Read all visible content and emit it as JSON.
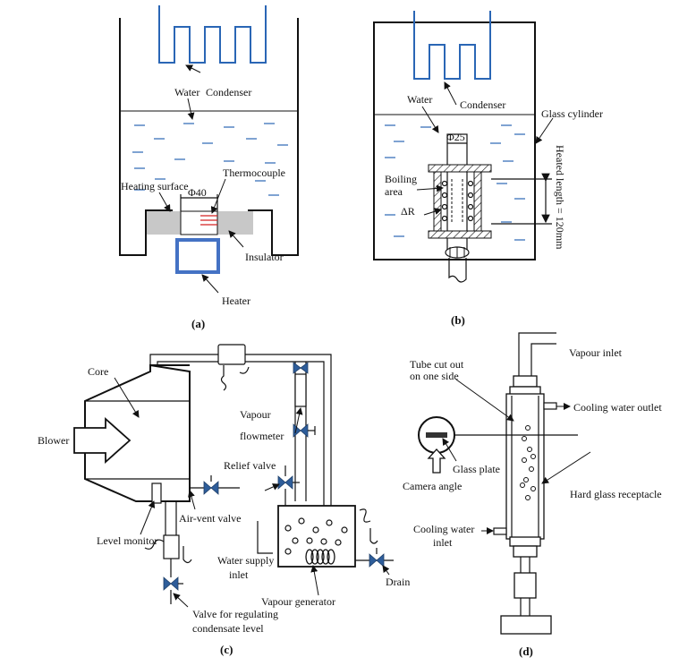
{
  "panel_a": {
    "caption": "(a)",
    "labels": {
      "water": "Water",
      "condenser": "Condenser",
      "thermocouple": "Thermocouple",
      "heating_surface": "Heating surface",
      "diameter": "Φ40",
      "insulator": "Insulator",
      "heater": "Heater"
    }
  },
  "panel_b": {
    "caption": "(b)",
    "labels": {
      "water": "Water",
      "condenser": "Condenser",
      "glass_cylinder": "Glass cylinder",
      "diameter": "Φ25",
      "boiling": "Boiling",
      "area": "area",
      "delta_r": "ΔR",
      "heated_length": "Heated length = 120mm"
    }
  },
  "panel_c": {
    "caption": "(c)",
    "labels": {
      "core": "Core",
      "blower": "Blower",
      "vapour": "Vapour",
      "flowmeter": "flowmeter",
      "relief_valve": "Relief valve",
      "air_vent_valve": "Air-vent valve",
      "level_monitor": "Level monitor",
      "water_supply": "Water supply",
      "inlet": "inlet",
      "vapour_generator": "Vapour generator",
      "drain": "Drain",
      "valve_line1": "Valve for regulating",
      "valve_line2": "condensate level"
    }
  },
  "panel_d": {
    "caption": "(d)",
    "labels": {
      "vapour_inlet": "Vapour inlet",
      "tube_cut_line1": "Tube cut out",
      "tube_cut_line2": "on one side",
      "cooling_water_outlet": "Cooling water outlet",
      "glass_plate": "Glass plate",
      "camera_angle": "Camera angle",
      "hard_glass": "Hard glass receptacle",
      "cooling_inlet_line1": "Cooling water",
      "cooling_inlet_line2": "inlet"
    }
  },
  "colors": {
    "water": "#2a66b5",
    "valve": "#2e5d9a",
    "thermocouple": "#d42020",
    "insulator": "#c8c8c8"
  }
}
